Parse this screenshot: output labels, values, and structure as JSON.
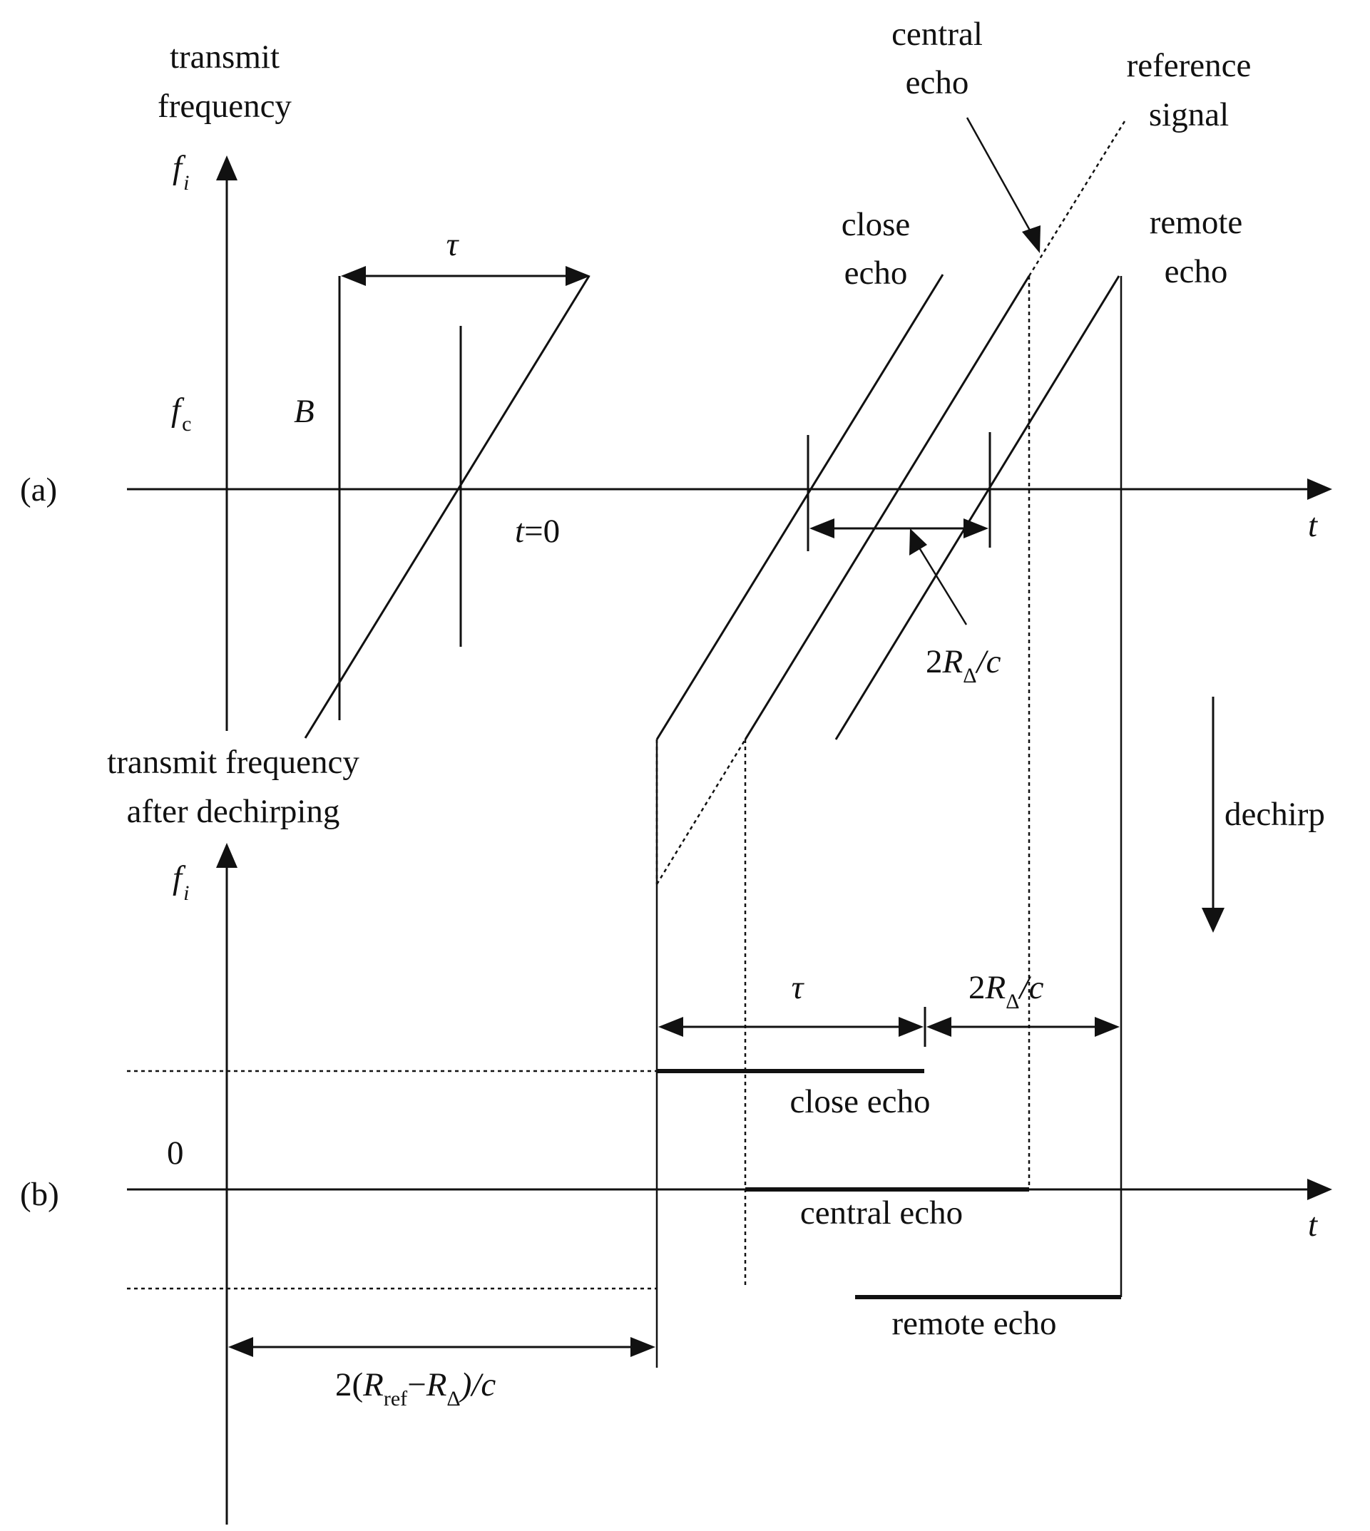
{
  "panel_a": {
    "label": "(a)",
    "y_axis_title_line1": "transmit",
    "y_axis_title_line2": "frequency",
    "y_axis_symbol": "f",
    "y_axis_symbol_sub": "i",
    "fc_symbol": "f",
    "fc_sub": "c",
    "bandwidth": "B",
    "tau": "τ",
    "t_zero_t": "t",
    "t_zero_eq": "=0",
    "x_axis_symbol": "t",
    "close_echo_line1": "close",
    "close_echo_line2": "echo",
    "central_echo_line1": "central",
    "central_echo_line2": "echo",
    "reference_line1": "reference",
    "reference_line2": "signal",
    "remote_echo_line1": "remote",
    "remote_echo_line2": "echo",
    "delta_2": "2",
    "delta_R": "R",
    "delta_sub": "Δ",
    "delta_tail": "/c"
  },
  "dechirp_label": "dechirp",
  "panel_b": {
    "label": "(b)",
    "y_axis_title_line1": "transmit frequency",
    "y_axis_title_line2": "after dechirping",
    "y_axis_symbol": "f",
    "y_axis_symbol_sub": "i",
    "zero": "0",
    "x_axis_symbol": "t",
    "tau": "τ",
    "delta_2": "2",
    "delta_R": "R",
    "delta_sub": "Δ",
    "delta_tail": "/c",
    "close_echo": "close echo",
    "central_echo": "central echo",
    "remote_echo": "remote echo",
    "span_prefix": "2(",
    "span_R1": "R",
    "span_sub1": "ref",
    "span_minus": "−",
    "span_R2": "R",
    "span_sub2": "Δ",
    "span_tail": ")/c"
  }
}
